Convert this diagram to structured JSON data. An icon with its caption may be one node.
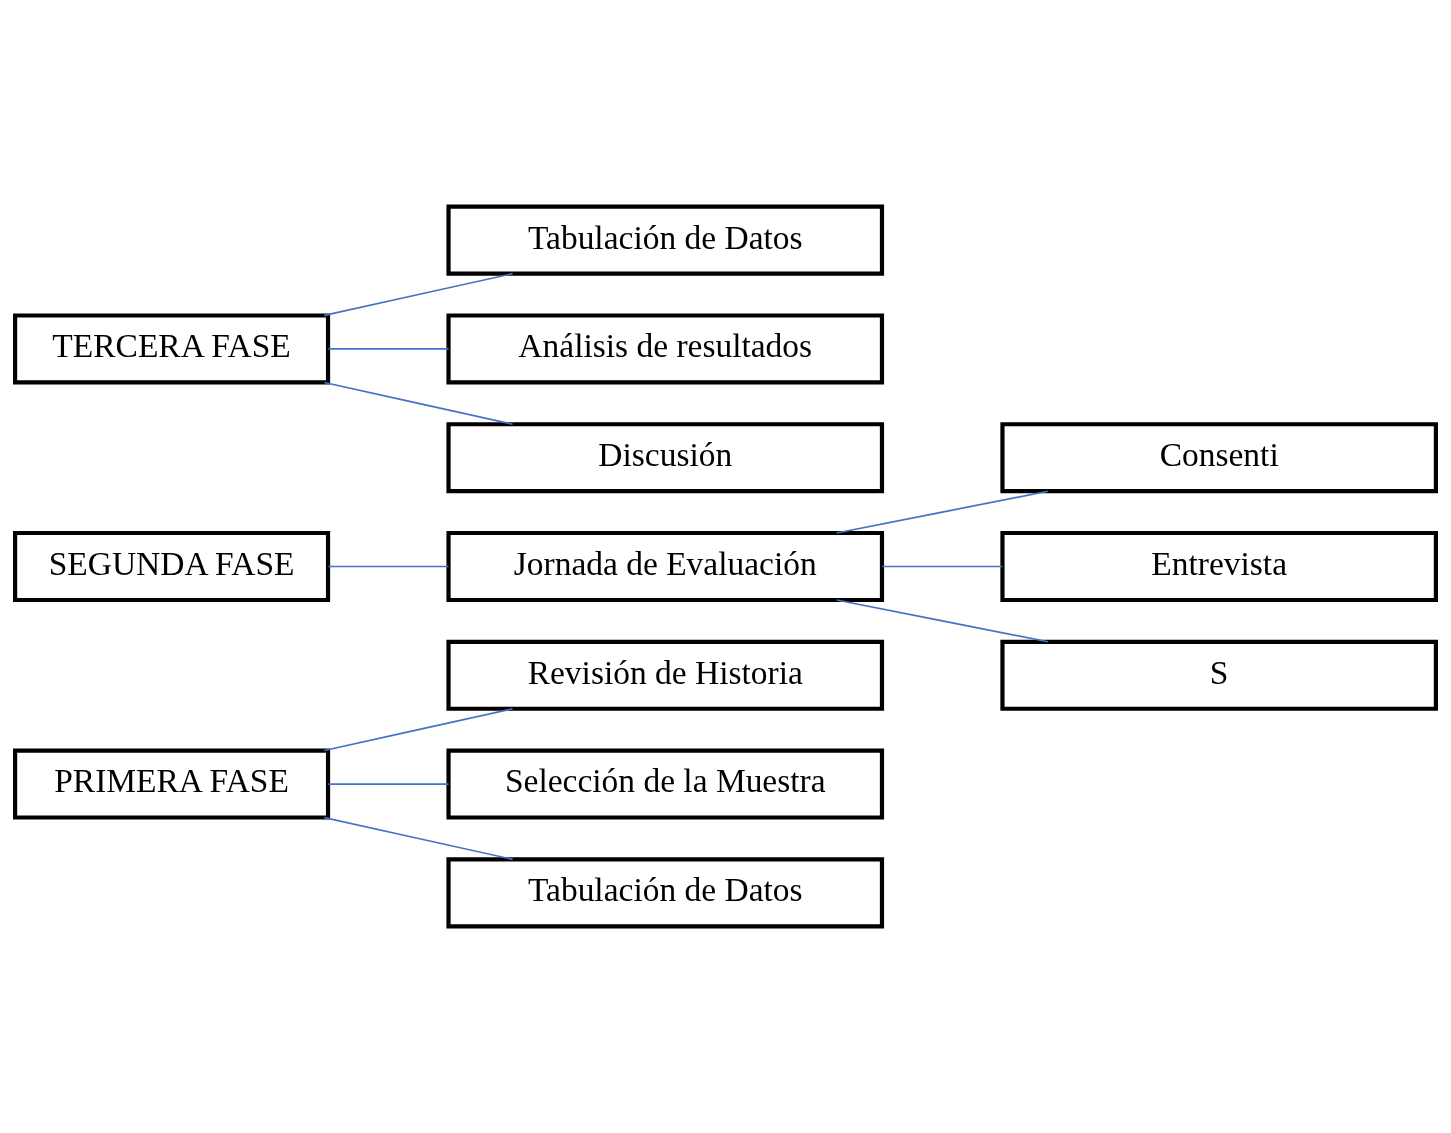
{
  "diagram": {
    "nodes": [
      {
        "text": [
          "PRIMERA FASE"
        ]
      },
      {
        "text": [
          "Revisión de Historia"
        ]
      },
      {
        "text": [
          "Selección de la Muestra"
        ]
      },
      {
        "text": [
          "Tabulación de Datos"
        ]
      },
      {
        "text": [
          "SEGUNDA FASE"
        ]
      },
      {
        "text": [
          "Jornada de Evaluación"
        ]
      },
      {
        "text": [
          "Consenti"
        ]
      },
      {
        "text": [
          "Entrevista"
        ]
      },
      {
        "text": [
          "S"
        ]
      },
      {
        "text": [
          "TERCERA FASE"
        ]
      },
      {
        "text": [
          "Tabulación de Datos"
        ]
      },
      {
        "text": [
          "Análisis de resultados"
        ]
      },
      {
        "text": [
          "Discusión"
        ]
      }
    ],
    "edges": [
      {
        "from": 0,
        "to": 1,
        "arrow": "none"
      },
      {
        "from": 0,
        "to": 2,
        "arrow": "none"
      },
      {
        "from": 0,
        "to": 3,
        "arrow": "none"
      },
      {
        "from": 4,
        "to": 5,
        "arrow": "none"
      },
      {
        "from": 5,
        "to": 6,
        "arrow": "none"
      },
      {
        "from": 5,
        "to": 7,
        "arrow": "none"
      },
      {
        "from": 5,
        "to": 8,
        "arrow": "none"
      },
      {
        "from": 9,
        "to": 10,
        "arrow": "none"
      },
      {
        "from": 9,
        "to": 11,
        "arrow": "none"
      },
      {
        "from": 9,
        "to": 12,
        "arrow": "none"
      }
    ]
  }
}
